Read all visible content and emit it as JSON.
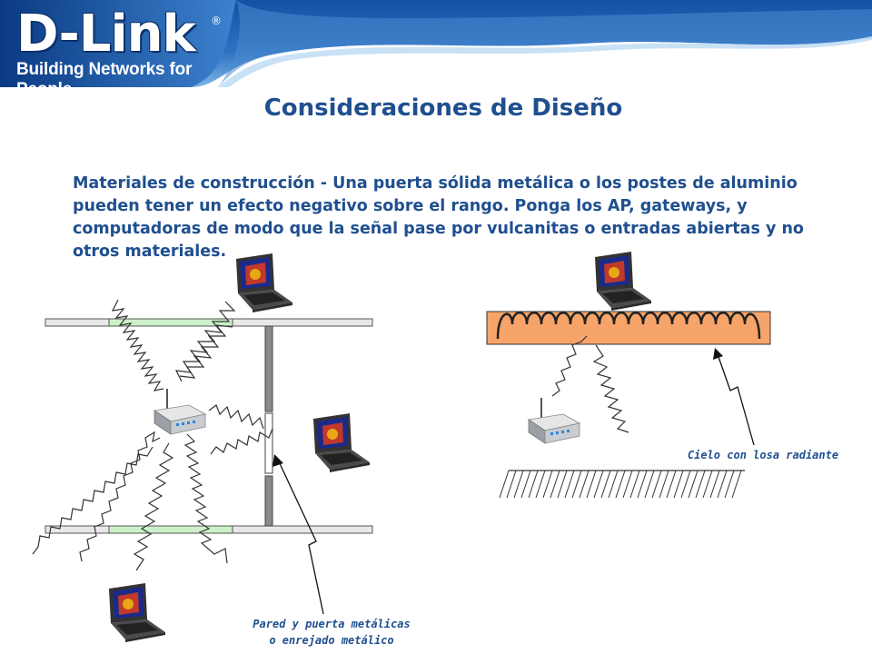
{
  "header": {
    "logo_text": "D-Link",
    "logo_mark": "®",
    "tagline": "Building Networks for People",
    "colors": {
      "band_dark": "#0b3f86",
      "band_light": "#5b9ad6"
    }
  },
  "title": "Consideraciones de Diseño",
  "body_text": "Materiales de construcción - Una puerta sólida metálica o los postes de aluminio pueden tener un efecto negativo sobre el rango. Ponga los AP, gateways, y computadoras de modo que la señal pase por vulcanitas o entradas abiertas y no otros materiales.",
  "diagram": {
    "label_wall_line1": "Pared y puerta metálicas",
    "label_wall_line2": "o enrejado metálico",
    "label_ceiling": "Cielo con losa radiante",
    "icons": [
      "laptop-icon",
      "access-point-icon",
      "wall",
      "radiant-slab"
    ],
    "colors": {
      "text": "#1f4f8f",
      "slab": "#f7a46a",
      "window": "#ccf0c8",
      "wall": "#8a8a8a"
    }
  }
}
